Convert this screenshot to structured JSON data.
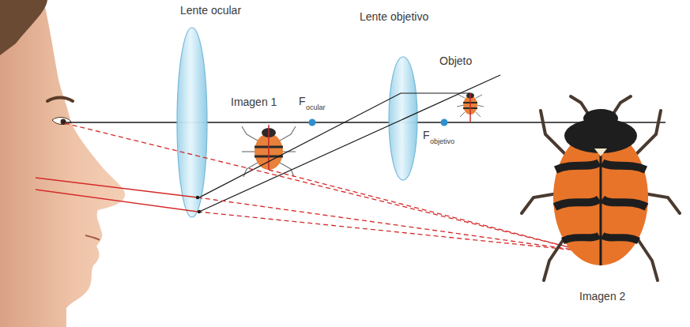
{
  "diagram": {
    "labels": [
      "Lente ocular",
      "Lente objetivo",
      "Objeto",
      "Imagen 1",
      "F",
      "ocular",
      "F",
      "objetivo",
      "Imagen 2"
    ]
  }
}
